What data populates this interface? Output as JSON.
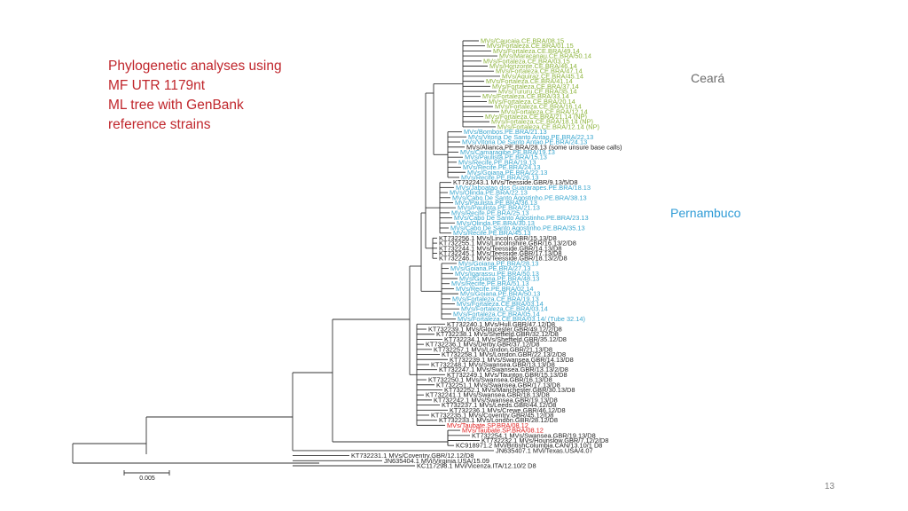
{
  "title": {
    "lines": [
      "Phylogenetic  analyses using",
      "MF UTR 1179nt",
      "ML tree with GenBank",
      "reference strains"
    ]
  },
  "regions": {
    "ceara": "Ceará",
    "pernambuco": "Pernambuco"
  },
  "page_number": "13",
  "scale_label": "0.005",
  "colors": {
    "title": "#c0262c",
    "ceara_group": "#8db43c",
    "pernambuco_group": "#38a6cf",
    "reference": "#222222",
    "highlight": "#e02020"
  },
  "leaves": [
    {
      "label": "MVs/Caucaia.CE.BRA/08.15",
      "group": "green"
    },
    {
      "label": "MVs/Fortaleza.CE.BRA/01.15",
      "group": "green"
    },
    {
      "label": "MVs/Fortaleza.CE.BRA/49.14",
      "group": "green"
    },
    {
      "label": "MVs/Maracanau.CE.BRA/50.14",
      "group": "green"
    },
    {
      "label": "MVs/Fortaleza.CE.BRA/03.15",
      "group": "green"
    },
    {
      "label": "MVs/Horizonte.CE.BRA/46.14",
      "group": "green"
    },
    {
      "label": "MVs/Fortaleza.CE.BRA/47.14",
      "group": "green"
    },
    {
      "label": "MVs/Aquiraz.CE.BRA/45.14",
      "group": "green"
    },
    {
      "label": "MVs/Fortaleza.CE.BRA/41.14",
      "group": "green"
    },
    {
      "label": "MVs/Fortaleza.CE.BRA/37.14",
      "group": "green"
    },
    {
      "label": "MVs/Tururu.CE.BRA/35.14",
      "group": "green"
    },
    {
      "label": "MVs/Fortaleza.CE.BRA/33.14",
      "group": "green"
    },
    {
      "label": "MVs/Fortaleza.CE.BRA/20.14",
      "group": "green"
    },
    {
      "label": "MVs/Fortaleza.CE.BRA/16.14",
      "group": "green"
    },
    {
      "label": "MVs/Fortaleza.CE.BRA/12.14",
      "group": "green"
    },
    {
      "label": "MVs/Fortaleza.CE.BRA/21.14 (NP)",
      "group": "green"
    },
    {
      "label": "MVs/Fortaleza.CE.BRA/18.14 (NP)",
      "group": "green"
    },
    {
      "label": "MVs/Fortaleza.CE.BRA/12.14 (NP)",
      "group": "green"
    },
    {
      "label": "MVs/Bombos.PE.BRA/21.13",
      "group": "blue"
    },
    {
      "label": "MVs/Vitoria De Santo Antao.PE.BRA/22.13",
      "group": "blue"
    },
    {
      "label": "MVs/Vitoria De Santo Antao.PE.BRA/24.13",
      "group": "blue"
    },
    {
      "label": "MVs/Alianca.PE.BRA/28.13 (some unsure base calls)",
      "group": "black"
    },
    {
      "label": "MVs/Camaragibe.PE.BRA/19.13",
      "group": "blue"
    },
    {
      "label": "MVs/Paulista.PE.BRA/15.13",
      "group": "blue"
    },
    {
      "label": "MVs/Recife.PE.BRA/19.13",
      "group": "blue"
    },
    {
      "label": "MVs/Recife.PE.BRA/24.13",
      "group": "blue"
    },
    {
      "label": "MVs/Goiana.PE.BRA/22.13",
      "group": "blue"
    },
    {
      "label": "MVs/Recife.PE.BRA/26.13",
      "group": "blue"
    },
    {
      "label": "KT732243.1 MVs/Teesside.GBR/9.13/5/D8",
      "group": "black"
    },
    {
      "label": "MVs/Jaboatao dos Guararapes.PE.BRA/18.13",
      "group": "blue"
    },
    {
      "label": "MVs/Olinda.PE.BRA/22.13",
      "group": "blue"
    },
    {
      "label": "MVs/Cabo De Santo Agostinho.PE.BRA/38.13",
      "group": "blue"
    },
    {
      "label": "MVs/Paulista.PE.BRA/36.13",
      "group": "blue"
    },
    {
      "label": "MVs/Paulista.PE.BRA/21.13",
      "group": "blue"
    },
    {
      "label": "MVs/Recife.PE.BRA/25.13",
      "group": "blue"
    },
    {
      "label": "MVs/Cabo De Santo Agostinho.PE.BRA/23.13",
      "group": "blue"
    },
    {
      "label": "MVs/Olinda.PE.BRA/30.13",
      "group": "blue"
    },
    {
      "label": "MVs/Cabo De Santo Agostinho.PE.BRA/35.13",
      "group": "blue"
    },
    {
      "label": "MVs/Recife.PE.BRA/45.13",
      "group": "blue"
    },
    {
      "label": "KT732256.1 MVs/Lincoln.GBR/15.13/D8",
      "group": "black"
    },
    {
      "label": "KT732255.1 MVs/Lincolnshire.GBR/16.13/2/D8",
      "group": "black"
    },
    {
      "label": "KT732244.1 MVs/Teesside.GBR/14.13/D8",
      "group": "black"
    },
    {
      "label": "KT732245.1 MVs/Teesside.GBR/17.13/D8",
      "group": "black"
    },
    {
      "label": "KT732246.1 MVs/Teesside.GBR/18.13/2/D8",
      "group": "black"
    },
    {
      "label": "MVs/Goiana.PE.BRA/28.13",
      "group": "blue"
    },
    {
      "label": "MVs/Goiana.PE.BRA/27.13",
      "group": "blue"
    },
    {
      "label": "MVs/Igarassu.PE.BRA/50.13",
      "group": "blue"
    },
    {
      "label": "MVs/Goiana.PE.BRA/48.13",
      "group": "blue"
    },
    {
      "label": "MVs/Recife.PE.BRA/51.13",
      "group": "blue"
    },
    {
      "label": "MVs/Recife.PE.BRA/02.14",
      "group": "blue"
    },
    {
      "label": "MVs/Goiana.PE.BRA/50.13",
      "group": "blue"
    },
    {
      "label": "MVs/Fortaleza.CE.BRA/19.13",
      "group": "blue"
    },
    {
      "label": "MVs/Fortaleza.CE.BRA/03.14",
      "group": "blue"
    },
    {
      "label": "MVs/Fortaleza.CE.BRA/03.14",
      "group": "blue"
    },
    {
      "label": "MVs/Fortaleza.CE.BRA/05.14",
      "group": "blue"
    },
    {
      "label": "MVs/Fortaleza.CE.BRA/03.14/ (Tube 32.14)",
      "group": "blue"
    },
    {
      "label": "KT732240.1 MVs/Hull.GBR/47.12/D8",
      "group": "black"
    },
    {
      "label": "KT732239.1 MVs/Gloucester.GBR/49.12/2/D8",
      "group": "black"
    },
    {
      "label": "KT732238.1 MVs/Sheffield.GBR/32.12/D8",
      "group": "black"
    },
    {
      "label": "KT732234.1 MVs/Sheffield.GBR/35.12/D8",
      "group": "black"
    },
    {
      "label": "KT732236.1 MVs/Derby.GBR/37.12/D8",
      "group": "black"
    },
    {
      "label": "KT732257.1 MVs/London.GBR/21.13/D8",
      "group": "black"
    },
    {
      "label": "KT732258.1 MVs/London.GBR/22.13/2/D8",
      "group": "black"
    },
    {
      "label": "KT732239.1 MVs/Swansea.GBR/14.13/D8",
      "group": "black"
    },
    {
      "label": "KT732248.1 MVs/Swansea.GBR/13.13/D8",
      "group": "black"
    },
    {
      "label": "KT732247.1 MVs/Swansea.GBR/13.13/2/D8",
      "group": "black"
    },
    {
      "label": "KT732249.1 MVs/Taunton.GBR/15.13/D8",
      "group": "black"
    },
    {
      "label": "KT732250.1 MVs/Swansea.GBR/16.13/D8",
      "group": "black"
    },
    {
      "label": "KT732251.1 MVs/Swansea.GBR/17.13/D8",
      "group": "black"
    },
    {
      "label": "KT732252.1 MVs/Manchester.GBR/30.13/D8",
      "group": "black"
    },
    {
      "label": "KT732241.1 MVs/Swansea.GBR/18.13/D8",
      "group": "black"
    },
    {
      "label": "KT732242.1 MVs/Swansea.GBR/19.13/D8",
      "group": "black"
    },
    {
      "label": "KT732237.1 MVs/Leeds.GBR/44.12/D8",
      "group": "black"
    },
    {
      "label": "KT732236.1 MVs/Crewe.GBR/46.12/D8",
      "group": "black"
    },
    {
      "label": "KT732235.1 MVs/Coventry.GBR/45.12/D8",
      "group": "black"
    },
    {
      "label": "KT732233.1 MVs/London.GBR/28.12/D8",
      "group": "black"
    },
    {
      "label": "MVs/Taubate.SP.BRA/08.12",
      "group": "red"
    },
    {
      "label": "MVs/Taubate.SP.BRA/08.12",
      "group": "red"
    },
    {
      "label": "KT732254.1 MVs/Swansea.GBR/19.13/D8",
      "group": "black"
    },
    {
      "label": "KT732232.1 MVs/Hounslow.GBR/7.12/2/D8",
      "group": "black"
    },
    {
      "label": "KC918971.2 MVi/BritishColumbia.CAN/13.10/1 D8",
      "group": "black"
    },
    {
      "label": "JN635407.1 MVi/Texas.USA/4.07",
      "group": "black"
    },
    {
      "label": "KT732231.1 MVs/Coventry.GBR/12.12/D8",
      "group": "black"
    },
    {
      "label": "JN635404.1 MVi/Virginia.USA/15.09",
      "group": "black"
    },
    {
      "label": "KC117298.1 MVi/Vicenza.ITA/12.10/2 D8",
      "group": "black"
    }
  ]
}
